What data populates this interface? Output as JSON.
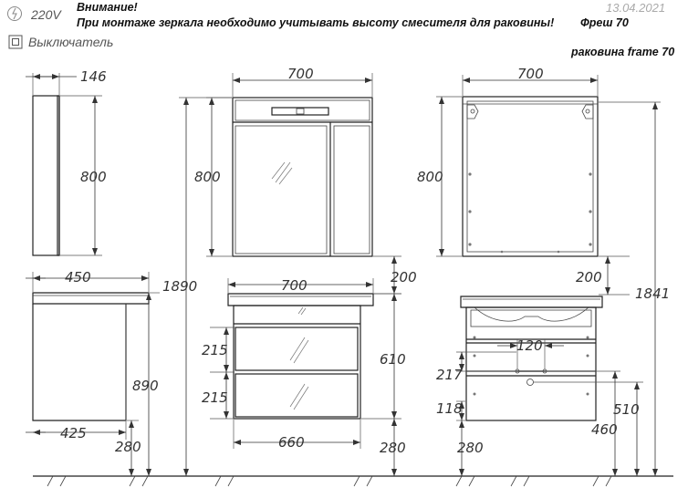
{
  "header": {
    "voltage": "220V",
    "attention": "Внимание!",
    "notice": "При монтаже зеркала необходимо учитывать высоту смесителя для раковины!",
    "product": "Фреш 70",
    "sink": "раковина frame 70",
    "date": "13.04.2021",
    "switch_label": "Выключатель"
  },
  "icons": {
    "power": "power-outlet-icon",
    "switch": "switch-icon"
  },
  "dimensions": {
    "mirror_side_depth": "146",
    "mirror_side_height": "800",
    "mirror_front_width": "700",
    "mirror_front_height": "800",
    "mirror_back_width": "700",
    "mirror_back_height": "800",
    "total_height": "1890",
    "mirror_gap_front": "200",
    "mirror_gap_back": "200",
    "back_total_height": "1841",
    "cabinet_side_depth": "450",
    "cabinet_side_height": "890",
    "cabinet_side_base_depth": "425",
    "cabinet_side_leg": "280",
    "cabinet_front_width": "700",
    "drawer_top_height": "215",
    "drawer_bottom_height": "215",
    "cabinet_front_height": "610",
    "cabinet_inner_width": "660",
    "cabinet_front_leg": "280",
    "pipe_spacing": "120",
    "back_217": "217",
    "back_118": "118",
    "back_510": "510",
    "back_460": "460",
    "back_leg": "280"
  }
}
